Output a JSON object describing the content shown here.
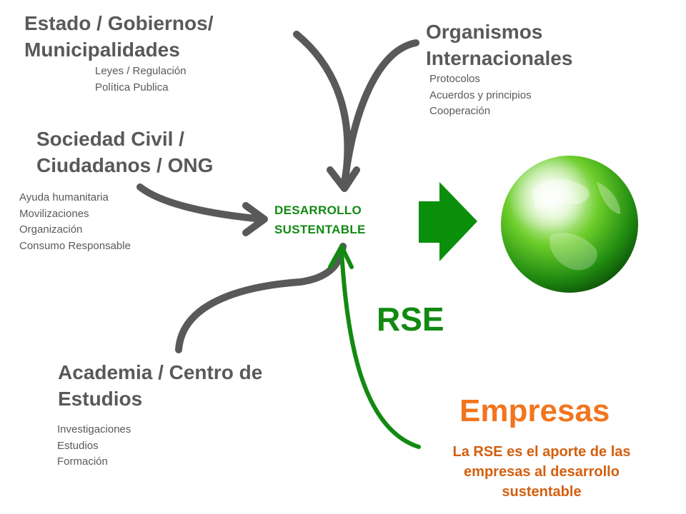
{
  "actors": {
    "estado": {
      "title": [
        "Estado / Gobiernos/",
        "Municipalidades"
      ],
      "items": [
        "Leyes / Regulación",
        "Política Publica"
      ]
    },
    "organismos": {
      "title": [
        "Organismos",
        "Internacionales"
      ],
      "items": [
        "Protocolos",
        "Acuerdos y principios",
        "Cooperación"
      ]
    },
    "sociedad": {
      "title": [
        "Sociedad Civil /",
        "Ciudadanos / ONG"
      ],
      "items": [
        "Ayuda humanitaria",
        "Movilizaciones",
        "Organización",
        "Consumo Responsable"
      ]
    },
    "academia": {
      "title": [
        "Academia / Centro de",
        "Estudios"
      ],
      "items": [
        "Investigaciones",
        "Estudios",
        "Formación"
      ]
    }
  },
  "center": {
    "lines": [
      "DESARROLLO",
      "SUSTENTABLE"
    ]
  },
  "rse": {
    "label": "RSE"
  },
  "empresas": {
    "title": "Empresas",
    "description": [
      "La RSE es el aporte de las",
      "empresas al desarrollo",
      "sustentable"
    ]
  },
  "colors": {
    "gray_text": "#595959",
    "gray_arrow": "#595959",
    "green": "#128a12",
    "orange": "#f2751e"
  },
  "icons": {
    "globe": "earth-globe-icon",
    "big_arrow": "arrow-right-icon"
  }
}
